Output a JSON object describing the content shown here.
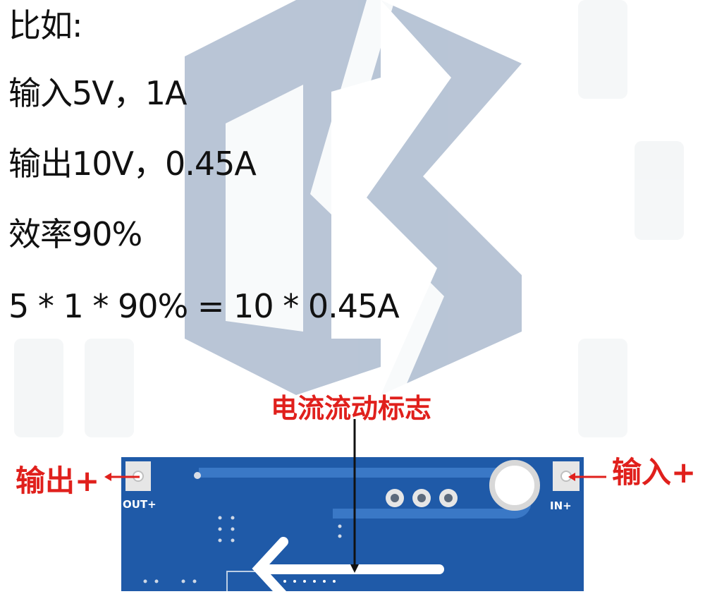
{
  "lines": {
    "l1": "比如:",
    "l2": "输入5V，1A",
    "l3": "输出10V，0.45A",
    "l4": "效率90%",
    "l5": "5 * 1 * 90% = 10 * 0.45A"
  },
  "labels": {
    "flow": "电流流动标志",
    "out": "输出+",
    "in": "输入+"
  },
  "board": {
    "out_silk": "OUT+",
    "in_silk": "IN+"
  },
  "colors": {
    "annotation_red": "#e0201c",
    "pcb_blue": "#1f5aa8",
    "watermark_blue": "#7f96b5"
  },
  "icons": [
    "watermark-logo",
    "flow-arrow-icon",
    "pointer-arrow-icon"
  ]
}
